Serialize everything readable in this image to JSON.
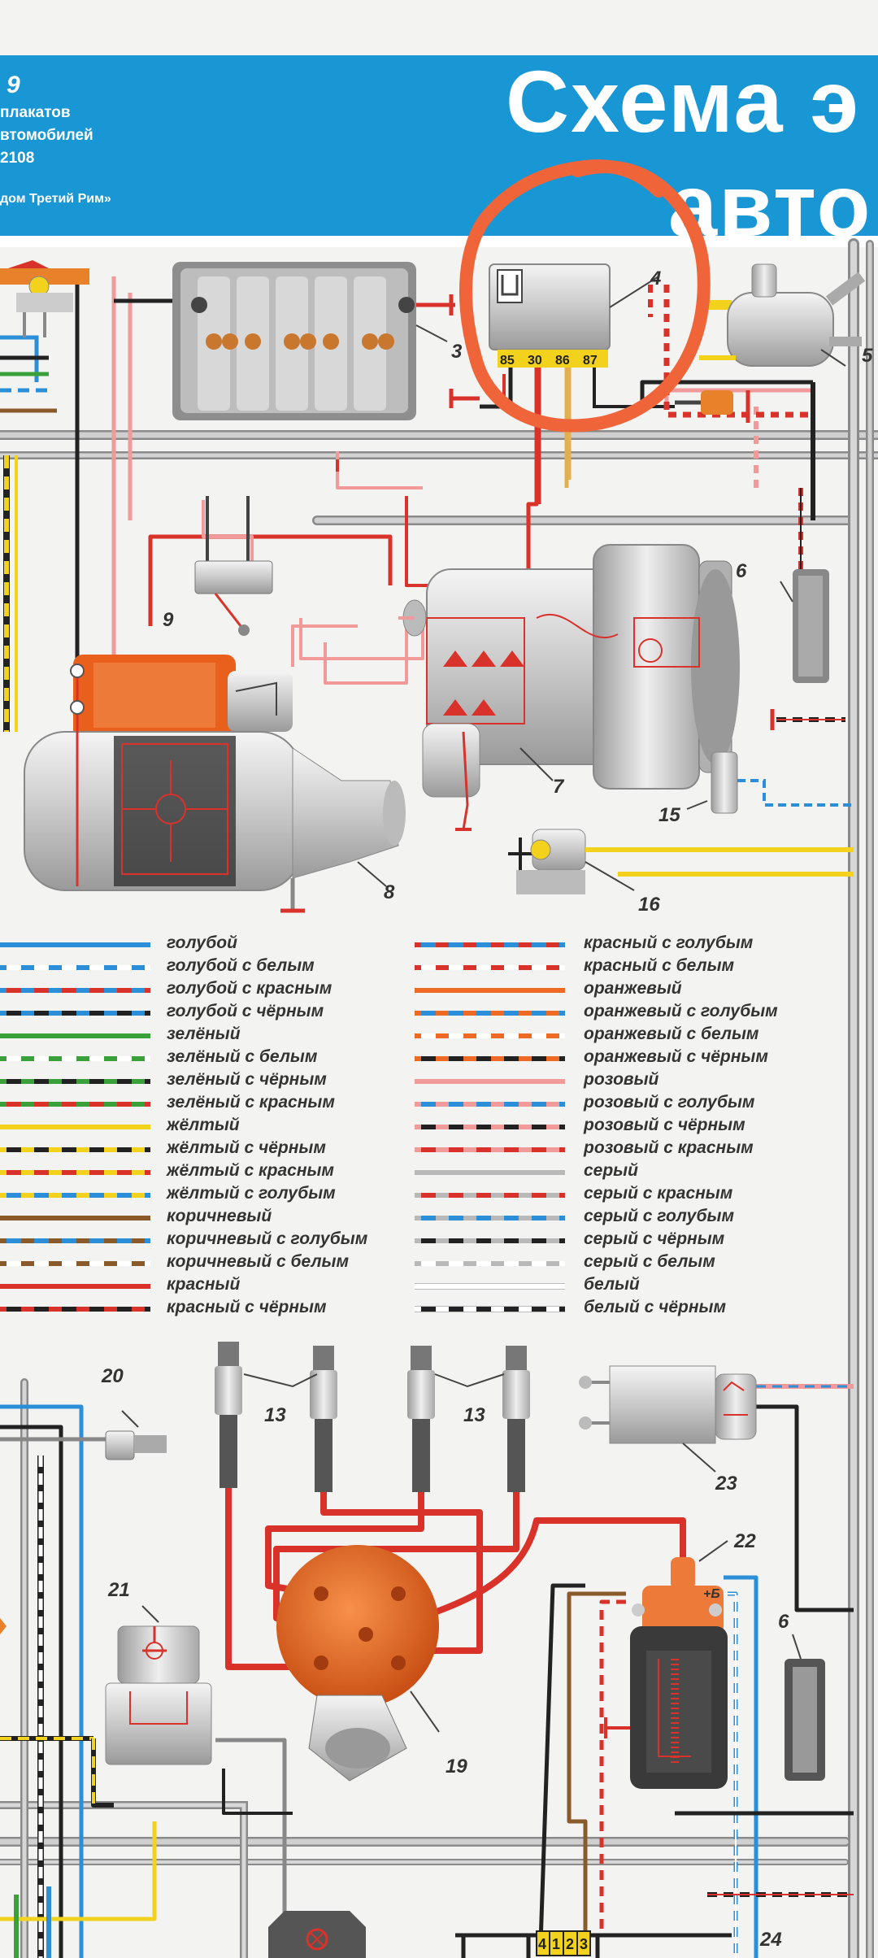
{
  "header": {
    "number": "9",
    "line1": "плакатов",
    "line2": "втомобилей",
    "line3": "2108",
    "publisher": "дом Третий Рим»",
    "title_line1": "Схема э",
    "title_line2": "авто"
  },
  "relay": {
    "pins": [
      "85",
      "30",
      "86",
      "87"
    ],
    "callout": "4"
  },
  "callouts": [
    "3",
    "4",
    "5",
    "6",
    "7",
    "8",
    "9",
    "15",
    "16",
    "13",
    "13",
    "20",
    "21",
    "22",
    "23",
    "19",
    "6",
    "24"
  ],
  "coil_label": "+Б",
  "connector_pins": [
    "4",
    "1",
    "2",
    "3"
  ],
  "legend": {
    "left": [
      {
        "label": "голубой",
        "colors": [
          "#2a8fd8"
        ]
      },
      {
        "label": "голубой с белым",
        "colors": [
          "#2a8fd8",
          "#ffffff"
        ]
      },
      {
        "label": "голубой с красным",
        "colors": [
          "#2a8fd8",
          "#d9322b"
        ]
      },
      {
        "label": "голубой с чёрным",
        "colors": [
          "#2a8fd8",
          "#222222"
        ]
      },
      {
        "label": "зелёный",
        "colors": [
          "#3aa13a"
        ]
      },
      {
        "label": "зелёный с белым",
        "colors": [
          "#3aa13a",
          "#ffffff"
        ]
      },
      {
        "label": "зелёный с чёрным",
        "colors": [
          "#3aa13a",
          "#222222"
        ]
      },
      {
        "label": "зелёный с красным",
        "colors": [
          "#3aa13a",
          "#d9322b"
        ]
      },
      {
        "label": "жёлтый",
        "colors": [
          "#f2d21c"
        ]
      },
      {
        "label": "жёлтый с чёрным",
        "colors": [
          "#f2d21c",
          "#222222"
        ]
      },
      {
        "label": "жёлтый с красным",
        "colors": [
          "#f2d21c",
          "#d9322b"
        ]
      },
      {
        "label": "жёлтый с голубым",
        "colors": [
          "#f2d21c",
          "#2a8fd8"
        ]
      },
      {
        "label": "коричневый",
        "colors": [
          "#8b5a2b"
        ]
      },
      {
        "label": "коричневый с голубым",
        "colors": [
          "#8b5a2b",
          "#2a8fd8"
        ]
      },
      {
        "label": "коричневый с белым",
        "colors": [
          "#8b5a2b",
          "#ffffff"
        ]
      },
      {
        "label": "красный",
        "colors": [
          "#d9322b"
        ]
      },
      {
        "label": "красный с чёрным",
        "colors": [
          "#d9322b",
          "#222222"
        ]
      }
    ],
    "right": [
      {
        "label": "красный с голубым",
        "colors": [
          "#d9322b",
          "#2a8fd8"
        ]
      },
      {
        "label": "красный с белым",
        "colors": [
          "#d9322b",
          "#ffffff"
        ]
      },
      {
        "label": "оранжевый",
        "colors": [
          "#ee6a24"
        ]
      },
      {
        "label": "оранжевый с голубым",
        "colors": [
          "#ee6a24",
          "#2a8fd8"
        ]
      },
      {
        "label": "оранжевый с белым",
        "colors": [
          "#ee6a24",
          "#ffffff"
        ]
      },
      {
        "label": "оранжевый с чёрным",
        "colors": [
          "#ee6a24",
          "#222222"
        ]
      },
      {
        "label": "розовый",
        "colors": [
          "#f29a9a"
        ]
      },
      {
        "label": "розовый с голубым",
        "colors": [
          "#f29a9a",
          "#2a8fd8"
        ]
      },
      {
        "label": "розовый с чёрным",
        "colors": [
          "#f29a9a",
          "#222222"
        ]
      },
      {
        "label": "розовый с красным",
        "colors": [
          "#f29a9a",
          "#d9322b"
        ]
      },
      {
        "label": "серый",
        "colors": [
          "#b8b8b8"
        ]
      },
      {
        "label": "серый с красным",
        "colors": [
          "#b8b8b8",
          "#d9322b"
        ]
      },
      {
        "label": "серый с голубым",
        "colors": [
          "#b8b8b8",
          "#2a8fd8"
        ]
      },
      {
        "label": "серый с чёрным",
        "colors": [
          "#b8b8b8",
          "#222222"
        ]
      },
      {
        "label": "серый с белым",
        "colors": [
          "#b8b8b8",
          "#ffffff"
        ]
      },
      {
        "label": "белый",
        "colors": [
          "#ffffff"
        ]
      },
      {
        "label": "белый с чёрным",
        "colors": [
          "#ffffff",
          "#222222"
        ]
      }
    ]
  },
  "colors": {
    "header_blue": "#1996d4",
    "annotation_orange": "#f0643a",
    "wire_red": "#d9322b",
    "wire_pink": "#f29a9a",
    "relay_pin_yellow": "#f2d21c",
    "component_orange": "#e8601c"
  }
}
